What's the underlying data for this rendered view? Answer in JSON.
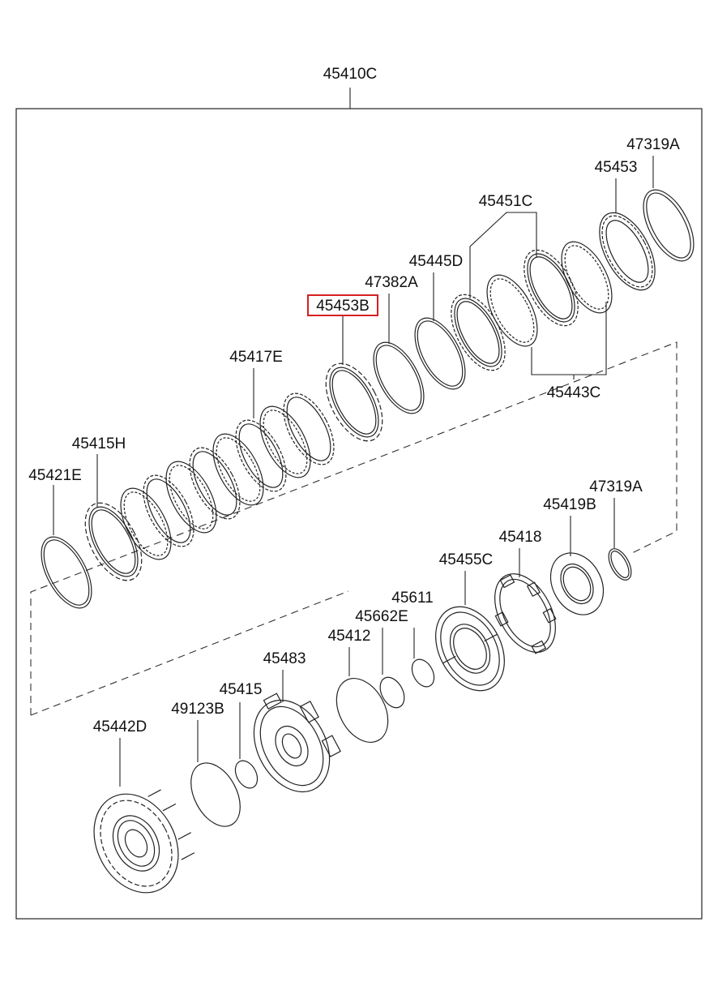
{
  "diagram": {
    "assembly_number": "45410C",
    "highlighted_part": "45453B",
    "highlight_color": "#d62020",
    "part_labels": [
      {
        "id": "47319A_top",
        "text": "47319A"
      },
      {
        "id": "45453",
        "text": "45453"
      },
      {
        "id": "45451C",
        "text": "45451C"
      },
      {
        "id": "45445D",
        "text": "45445D"
      },
      {
        "id": "47382A",
        "text": "47382A"
      },
      {
        "id": "45453B",
        "text": "45453B"
      },
      {
        "id": "45417E",
        "text": "45417E"
      },
      {
        "id": "45443C",
        "text": "45443C"
      },
      {
        "id": "45415H",
        "text": "45415H"
      },
      {
        "id": "45421E",
        "text": "45421E"
      },
      {
        "id": "47319A_low",
        "text": "47319A"
      },
      {
        "id": "45419B",
        "text": "45419B"
      },
      {
        "id": "45418",
        "text": "45418"
      },
      {
        "id": "45455C",
        "text": "45455C"
      },
      {
        "id": "45611",
        "text": "45611"
      },
      {
        "id": "45662E",
        "text": "45662E"
      },
      {
        "id": "45412",
        "text": "45412"
      },
      {
        "id": "45483",
        "text": "45483"
      },
      {
        "id": "45415",
        "text": "45415"
      },
      {
        "id": "49123B",
        "text": "49123B"
      },
      {
        "id": "45442D",
        "text": "45442D"
      }
    ]
  }
}
